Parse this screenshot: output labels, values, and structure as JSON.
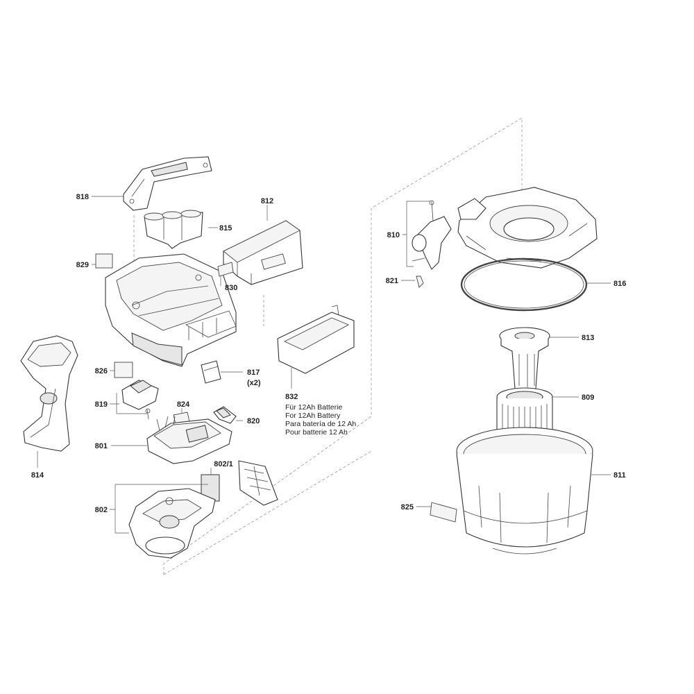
{
  "labels": {
    "l818": "818",
    "l815": "815",
    "l812": "812",
    "l829": "829",
    "l830": "830",
    "l826": "826",
    "l817": "817",
    "l817x": "(x2)",
    "l832": "832",
    "l819": "819",
    "l824": "824",
    "l820": "820",
    "l814": "814",
    "l801": "801",
    "l8021": "802/1",
    "l802": "802",
    "l810": "810",
    "l821": "821",
    "l816": "816",
    "l813": "813",
    "l809": "809",
    "l811": "811",
    "l825": "825"
  },
  "battery_note": [
    "Für 12Ah Batterie",
    "For 12Ah Battery",
    "Para batería de 12 Ah",
    "Pour batterie 12 Ah"
  ]
}
